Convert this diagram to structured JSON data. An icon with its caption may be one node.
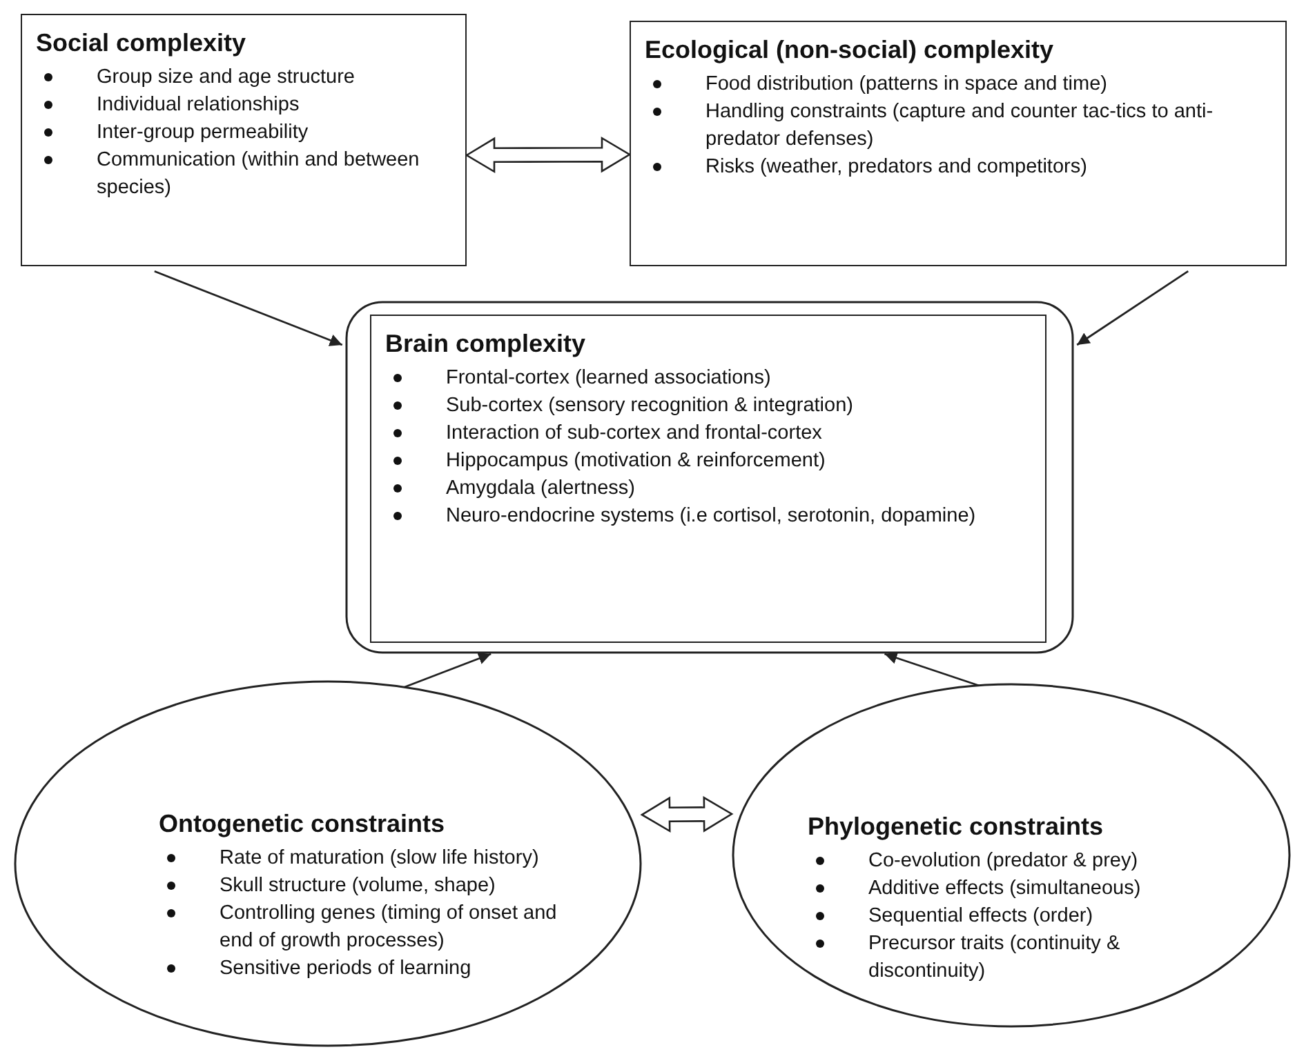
{
  "diagram": {
    "nodes": [
      {
        "text": [
          "Social complexity",
          "Group size and age structure",
          "Individual relationships",
          "Inter-group permeability",
          "Communication (within and between species)"
        ]
      },
      {
        "text": [
          "Ecological (non-social) complexity",
          "Food distribution (patterns in space and time)",
          "Handling constraints (capture and counter tac-tics to anti-predator defenses)",
          "Risks (weather, predators and competitors)"
        ]
      },
      {
        "text": [],
        "shape": "box"
      },
      {
        "text": [
          "Brain complexity",
          "Frontal-cortex (learned associations)",
          "Sub-cortex (sensory recognition & integration)",
          "Interaction of sub-cortex and frontal-cortex",
          "Hippocampus (motivation & reinforcement)",
          "Amygdala (alertness)",
          "Neuro-endocrine systems (i.e cortisol, serotonin, dopamine)"
        ],
        "in": 2
      },
      {
        "text": [
          "Ontogenetic constraints",
          "Rate of maturation (slow life history)",
          "Skull structure (volume, shape)",
          "Controlling genes (timing of onset and end of growth processes)",
          "Sensitive periods of learning"
        ]
      },
      {
        "text": [
          "Phylogenetic constraints",
          "Co-evolution (predator & prey)",
          "Additive effects (simultaneous)",
          "Sequential effects (order)",
          "Precursor traits (continuity & discontinuity)"
        ]
      }
    ],
    "edges": [
      {
        "from": 0,
        "to": 1,
        "arrow": "both",
        "style": "thick"
      },
      {
        "from": 0,
        "to": 2,
        "arrow": "to"
      },
      {
        "from": 1,
        "to": 2,
        "arrow": "to"
      },
      {
        "from": 4,
        "to": 2,
        "arrow": "to"
      },
      {
        "from": 5,
        "to": 2,
        "arrow": "to"
      },
      {
        "from": 4,
        "to": 5,
        "arrow": "both",
        "style": "thick"
      }
    ]
  }
}
